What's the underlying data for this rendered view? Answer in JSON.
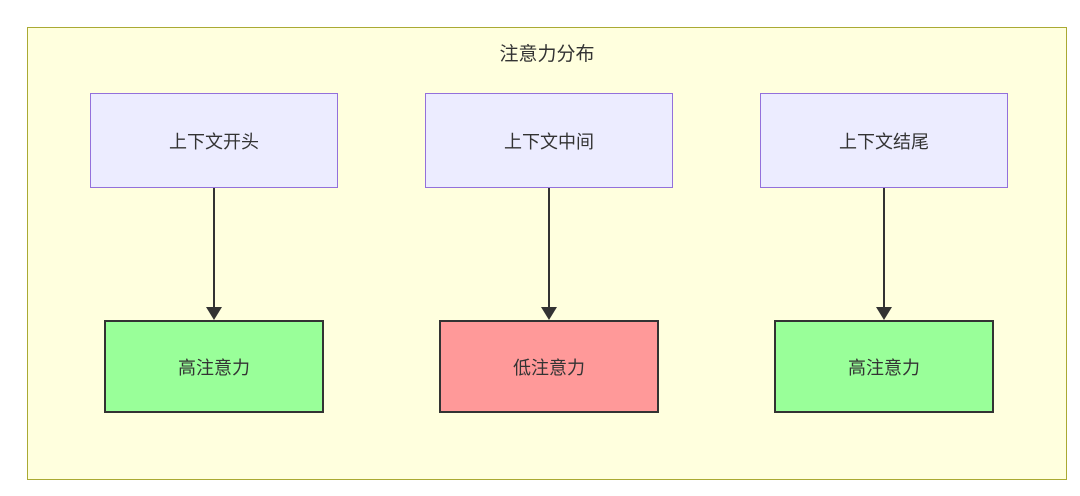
{
  "diagram": {
    "type": "flowchart",
    "title": "注意力分布",
    "top_nodes": [
      {
        "label": "上下文开头"
      },
      {
        "label": "上下文中间"
      },
      {
        "label": "上下文结尾"
      }
    ],
    "bottom_nodes": [
      {
        "label": "高注意力",
        "level": "high"
      },
      {
        "label": "低注意力",
        "level": "low"
      },
      {
        "label": "高注意力",
        "level": "high"
      }
    ],
    "edges": [
      {
        "from": "上下文开头",
        "to": "高注意力"
      },
      {
        "from": "上下文中间",
        "to": "低注意力"
      },
      {
        "from": "上下文结尾",
        "to": "高注意力"
      }
    ],
    "colors": {
      "cluster_bg": "#ffffde",
      "cluster_border": "#aaaa33",
      "node_bg": "#ECECFF",
      "node_border": "#9370DB",
      "high_bg": "#99ff99",
      "low_bg": "#ff9999",
      "strong_border": "#333333",
      "edge_color": "#333333",
      "text_color": "#333333",
      "page_bg": "#ffffff"
    }
  }
}
